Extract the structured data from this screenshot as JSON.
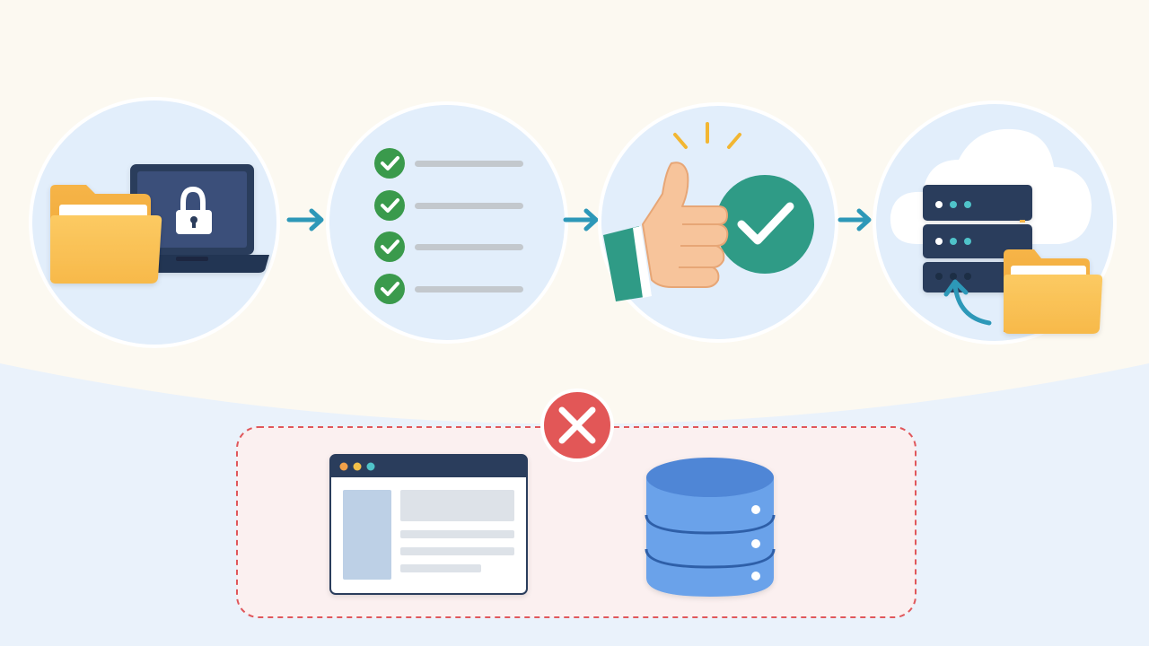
{
  "diagram": {
    "steps": [
      {
        "id": "secure-files",
        "icons": [
          "folder-icon",
          "laptop-icon",
          "padlock-icon"
        ]
      },
      {
        "id": "checklist",
        "icons": [
          "check-icon",
          "check-icon",
          "check-icon",
          "check-icon"
        ]
      },
      {
        "id": "approval",
        "icons": [
          "thumbs-up-icon",
          "check-circle-icon"
        ]
      },
      {
        "id": "backup-server",
        "icons": [
          "cloud-icon",
          "server-icon",
          "folder-icon",
          "return-arrow-icon"
        ]
      }
    ],
    "excluded": {
      "marker": "x-circle-icon",
      "items": [
        "browser-window-icon",
        "database-icon"
      ]
    }
  },
  "colors": {
    "background_top": "#fcf9f1",
    "background_bottom": "#eaf2fb",
    "step_circle": "#e2eefb",
    "arrow": "#2d98b8",
    "check_green": "#3a9a4c",
    "approval_teal": "#2f9b86",
    "server_navy": "#2b3d5c",
    "folder_yellow": "#f9bf53",
    "x_red": "#e25757",
    "exclusion_border": "#e0575b",
    "exclusion_fill": "#fbf0f0",
    "database_blue": "#5c94e0"
  }
}
